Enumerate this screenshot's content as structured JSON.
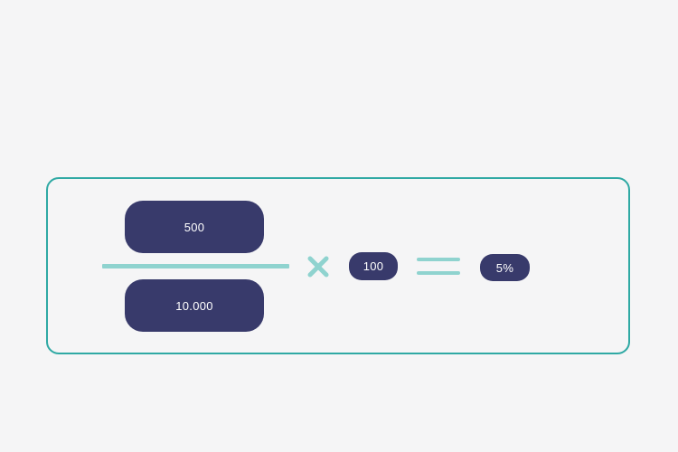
{
  "formula": {
    "numerator": "500",
    "denominator": "10.000",
    "multiplier": "100",
    "result": "5%"
  },
  "icons": {
    "operator": "times-icon",
    "equals": "equals-icon"
  },
  "colors": {
    "background": "#f5f5f6",
    "frame_border": "#2fa9a4",
    "pill_fill": "#383a6b",
    "pill_text": "#ffffff",
    "operator_accent": "#8fd3cf"
  }
}
